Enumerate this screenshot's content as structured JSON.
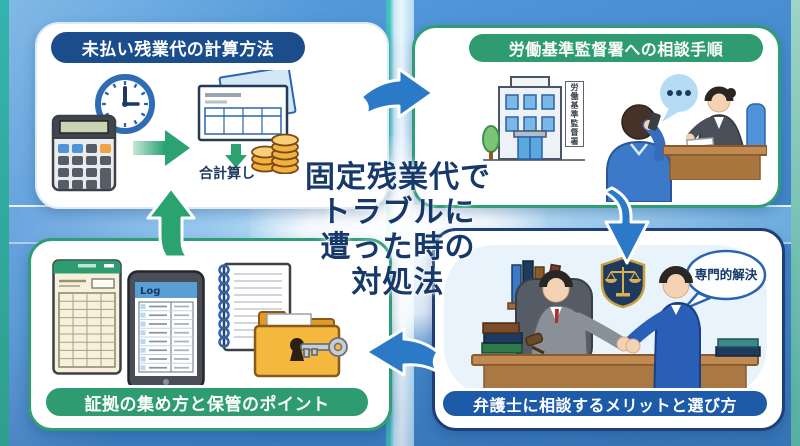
{
  "title": {
    "text": "固定残業代で\nトラブルに\n遭った時の\n対処法"
  },
  "sections": {
    "calculation": {
      "label": "未払い残業代の計算方法",
      "caption": "合計算し"
    },
    "labor_office": {
      "label": "労働基準監督署への相談手順",
      "building_sign": "労働基準監督署"
    },
    "lawyer": {
      "label": "弁護士に相談するメリットと選び方",
      "speech_bubble": "専門的解決"
    },
    "evidence": {
      "label": "証拠の集め方と保管のポイント",
      "tablet_header": "Log"
    }
  },
  "icons": [
    "calculator-icon",
    "clock-icon",
    "payslip-icon",
    "coins-icon",
    "arrow-right-icon",
    "arrow-down-icon",
    "arrow-left-icon",
    "arrow-up-icon",
    "building-icon",
    "tree-icon",
    "speech-dots-icon",
    "phone-consult-illustration",
    "consultant-illustration",
    "bookshelf-icon",
    "scales-shield-icon",
    "handshake-illustration",
    "timesheet-icon",
    "tablet-icon",
    "notebook-icon",
    "folder-lock-icon",
    "key-icon",
    "gavel-icon"
  ],
  "colors": {
    "background_blue": "#4a8fd2",
    "edge_teal": "#2fb0a4",
    "navy_pill": "#1b4c8c",
    "blue_pill": "#1d5aa8",
    "green_pill": "#2e9c70",
    "green_border": "#2f9e77",
    "navy_border": "#1e3f78",
    "arrow_blue": "#2b7ac8",
    "arrow_green": "#2aa371",
    "title_text": "#17386b",
    "coin_gold": "#f2b23e",
    "folder_yellow": "#f4b83e"
  }
}
